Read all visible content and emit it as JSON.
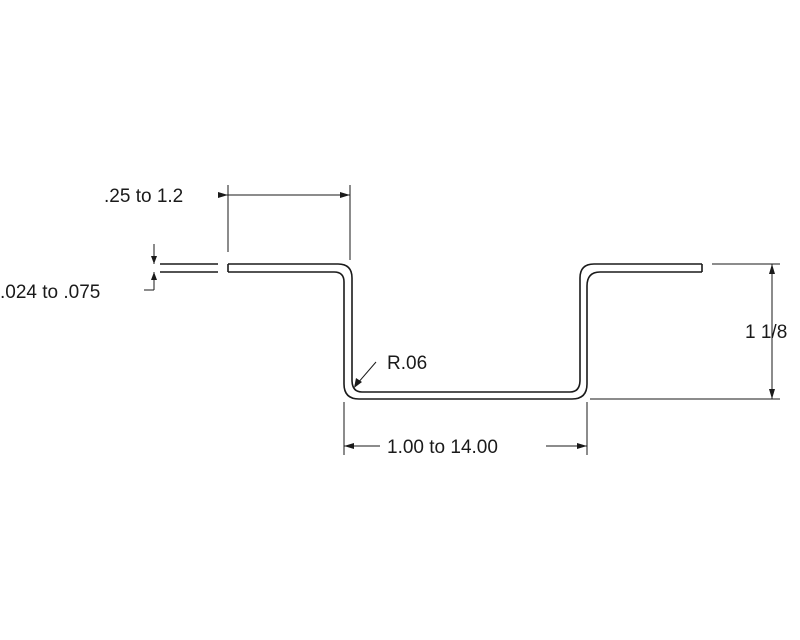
{
  "drawing": {
    "dimensions": {
      "flange_width": ".25 to 1.2",
      "thickness": ".024 to .075",
      "height": "1 1/8",
      "bottom_width": "1.00 to 14.00",
      "radius": "R.06"
    }
  }
}
